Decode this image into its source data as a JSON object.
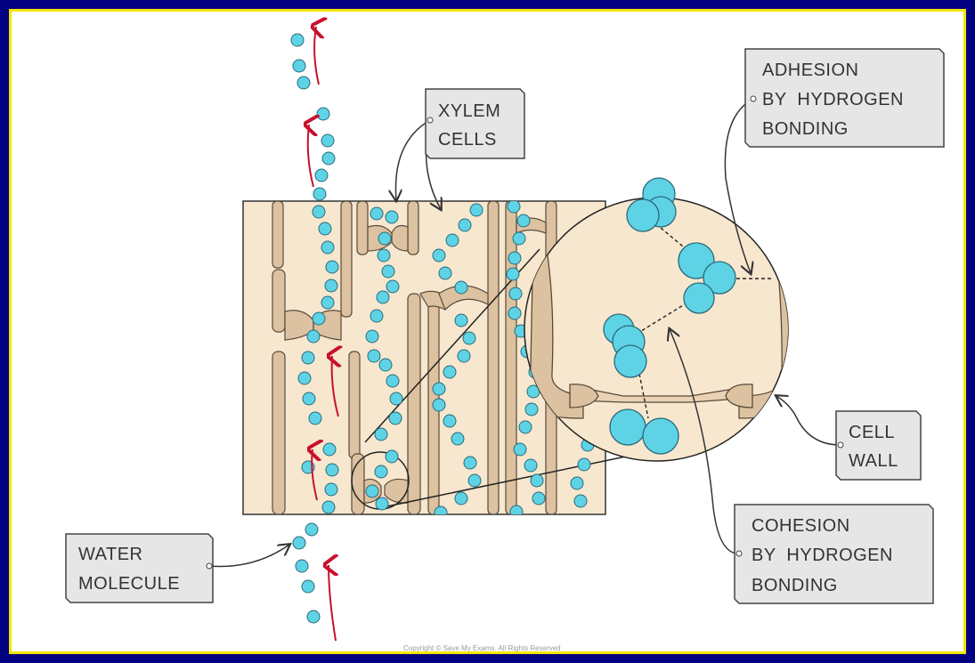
{
  "labels": {
    "xylem_cells": [
      "XYLEM",
      "CELLS"
    ],
    "adhesion": [
      "ADHESION",
      "BY  HYDROGEN",
      "BONDING"
    ],
    "cell_wall": [
      "CELL",
      "WALL"
    ],
    "cohesion": [
      "COHESION",
      "BY  HYDROGEN",
      "BONDING"
    ],
    "water_molecule": [
      "WATER",
      "MOLECULE"
    ]
  },
  "copyright": "Copyright © Save My Exams. All Rights Reserved",
  "colors": {
    "border": "#000080",
    "inner_border": "#f2e600",
    "tissue": "#f7e7cf",
    "wall": "#dcc2a0",
    "molecule": "#5fd3e6",
    "arrow": "#c8102e",
    "label_box": "#e6e6e6"
  }
}
